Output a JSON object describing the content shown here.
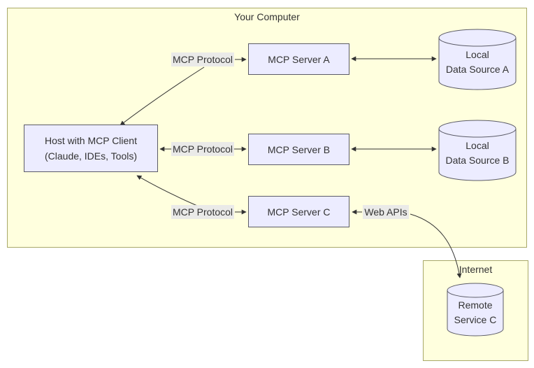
{
  "diagram": {
    "clusters": {
      "your_computer": {
        "title": "Your Computer"
      },
      "internet": {
        "title": "Internet"
      }
    },
    "nodes": {
      "host": {
        "line1": "Host with MCP Client",
        "line2": "(Claude, IDEs, Tools)"
      },
      "server_a": {
        "label": "MCP Server A"
      },
      "server_b": {
        "label": "MCP Server B"
      },
      "server_c": {
        "label": "MCP Server C"
      },
      "data_source_a": {
        "line1": "Local",
        "line2": "Data Source A"
      },
      "data_source_b": {
        "line1": "Local",
        "line2": "Data Source B"
      },
      "remote_service_c": {
        "line1": "Remote",
        "line2": "Service C"
      }
    },
    "edge_labels": {
      "protocol_a": "MCP Protocol",
      "protocol_b": "MCP Protocol",
      "protocol_c": "MCP Protocol",
      "web_apis": "Web APIs"
    },
    "edges": [
      {
        "from": "host",
        "to": "server_a",
        "label": "MCP Protocol"
      },
      {
        "from": "host",
        "to": "server_b",
        "label": "MCP Protocol"
      },
      {
        "from": "host",
        "to": "server_c",
        "label": "MCP Protocol"
      },
      {
        "from": "server_a",
        "to": "data_source_a",
        "bidirectional": true
      },
      {
        "from": "server_b",
        "to": "data_source_b",
        "bidirectional": true
      },
      {
        "from": "server_c",
        "to": "remote_service_c",
        "label": "Web APIs"
      }
    ],
    "colors": {
      "cluster_fill": "#ffffde",
      "cluster_stroke": "#a8a868",
      "node_fill": "#ececff",
      "node_stroke": "#5b5b66",
      "edge_label_bg": "#e8e8e8",
      "line": "#333333",
      "text": "#333333"
    }
  }
}
